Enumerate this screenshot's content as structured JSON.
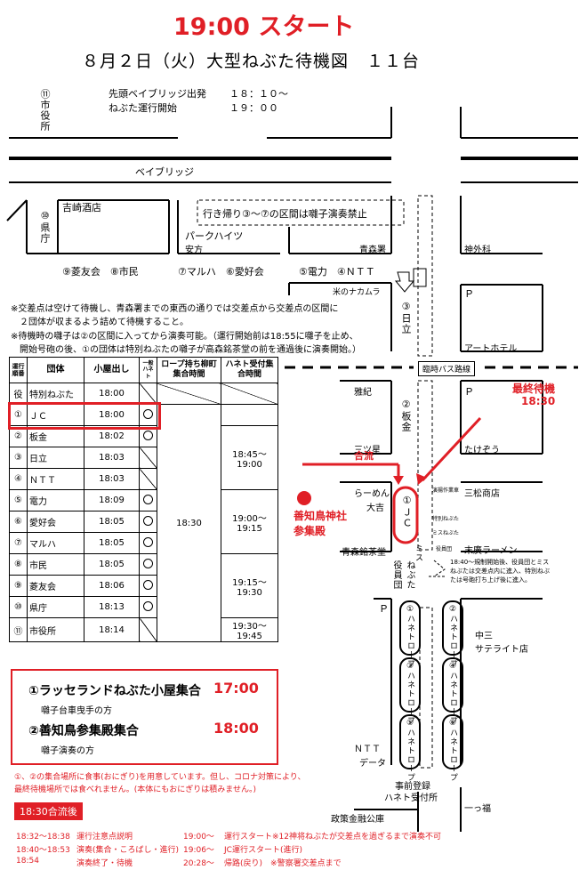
{
  "header": {
    "title": "19:00 スタート",
    "subtitle": "８月２日（火）大型ねぶた待機図　１１台"
  },
  "notes": {
    "departure_label": "先頭ベイブリッジ出発",
    "departure_time": "１８：１０～",
    "operation_label": "ねぶた運行開始",
    "operation_time": "１９：００"
  },
  "map": {
    "city_hall": "⑪市役所",
    "bay_bridge": "ベイブリッジ",
    "pref_office": "⑩県庁",
    "yoshizaki": "吉崎酒店",
    "return_banner": "行き帰り③～⑦の区間は囃子演奏禁止",
    "park_heights": "パークハイツ",
    "yasukata": "安方",
    "aomori_police": "青森署",
    "jingeka": "神外科",
    "row_left": "⑨菱友会　⑧市民",
    "row_mid": "⑦マルハ　⑥愛好会",
    "row_right": "⑤電力　④ＮＴＴ",
    "yone": "米のナカムラ",
    "hitachi": "③日立",
    "p1": "Ｐ",
    "art_hotel": "アートホテル",
    "bus_lane": "臨時バス路線",
    "masaki": "雅紀",
    "itagane": "②板金",
    "p2": "Ｐ",
    "mitsuboshi": "三ツ星",
    "takezou": "たけぞう",
    "final_wait": "最終待機",
    "final_time": "18:30",
    "goryu": "合流",
    "shrine": "善知鳥神社参集殿",
    "ramen": "らーめん",
    "daikichi": "大吉",
    "jc": "①ＪＣ",
    "enso": "演揚作業車",
    "sanmatsu": "三松商店",
    "tokubetsu": "特別ねぶた",
    "miss": "ミスねぶた",
    "yakuinchi": "役員団",
    "meicha": "青森銘茶堂",
    "suehiro": "末廣ラーメン",
    "mis_v": "ミス",
    "yakuin_v": "役員団",
    "nebuta_v": "ねぶた",
    "note_1840": "18:40～規制開始後、役員団とミスねぶたは交差点内に進入、特別ねぶたは号砲打ち上げ後に進入。",
    "p3": "Ｐ",
    "rope1": "①ハネトロープ",
    "rope2": "②ハネトロープ",
    "rope3": "③ハネトロープ",
    "rope4": "④ハネトロープ",
    "rope5": "⑤ハネトロープ",
    "rope6": "⑥ハネトロープ",
    "chusan": "中三",
    "chusan2": "サテライト店",
    "ntt_data1": "ＮＴＴ",
    "ntt_data2": "データ",
    "pre_reg1": "事前登録",
    "pre_reg2": "ハネト受付所",
    "hitotsufuku": "一っ福",
    "seiji": "政策金融公庫"
  },
  "info": [
    "※交差点は空けて待機し、青森署までの東西の通りでは交差点から交差点の区間に",
    "　２団体が収まるよう詰めて待機すること。",
    "※待機時の囃子は②の区間に入ってから演奏可能。（運行開始前は18:55に囃子を止め、",
    "　開始号砲の後、①の団体は特別ねぶたの囃子が高森銘茶堂の前を通過後に演奏開始。）"
  ],
  "table": {
    "headers": [
      "運行順番",
      "団体",
      "小屋出し",
      "一般ハネト",
      "ロープ持ち柳町集合時間",
      "ハネト受付集合時間"
    ],
    "rows": [
      {
        "no": "役",
        "team": "特別ねぶた",
        "time": "18:00",
        "ring": ""
      },
      {
        "no": "①",
        "team": "ＪＣ",
        "time": "18:00",
        "ring": "○"
      },
      {
        "no": "②",
        "team": "板金",
        "time": "18:02",
        "ring": "○"
      },
      {
        "no": "③",
        "team": "日立",
        "time": "18:03",
        "ring": ""
      },
      {
        "no": "④",
        "team": "ＮＴＴ",
        "time": "18:03",
        "ring": ""
      },
      {
        "no": "⑤",
        "team": "電力",
        "time": "18:09",
        "ring": "○"
      },
      {
        "no": "⑥",
        "team": "愛好会",
        "team2": "",
        "time": "18:05",
        "ring": "○"
      },
      {
        "no": "⑦",
        "team": "マルハ",
        "time": "18:05",
        "ring": "○"
      },
      {
        "no": "⑧",
        "team": "市民",
        "time": "18:05",
        "ring": "○"
      },
      {
        "no": "⑨",
        "team": "菱友会",
        "time": "18:06",
        "ring": "○"
      },
      {
        "no": "⑩",
        "team": "県庁",
        "time": "18:13",
        "ring": "○"
      },
      {
        "no": "⑪",
        "team": "市役所",
        "time": "18:14",
        "ring": ""
      }
    ],
    "rope_time": "18:30",
    "haneto_1": "18:45～19:00",
    "haneto_2": "19:00～19:15",
    "haneto_3": "19:15～19:30",
    "haneto_4": "19:30～19:45"
  },
  "gather": {
    "item1": "①ラッセランドねぶた小屋集合",
    "time1": "17:00",
    "sub1": "囃子台車曳手の方",
    "item2": "②善知鳥参集殿集合",
    "time2": "18:00",
    "sub2": "囃子演奏の方"
  },
  "food_note_1": "①、②の集合場所に食事(おにぎり)を用意しています。但し、コロナ対策により、",
  "food_note_2": "最終待機場所では食べれません。(本体にもおにぎりは積みません。)",
  "post_merge": {
    "title": "18:30合流後",
    "left": [
      {
        "time": "18:32～18:38",
        "text": "運行注意点説明"
      },
      {
        "time": "18:40～18:53",
        "text": "演奏(集合・ころばし・進行)"
      },
      {
        "time": "18:54",
        "text": "演奏終了・待機"
      }
    ],
    "right": [
      {
        "time": "19:00～",
        "text": "運行スタート※12神将ねぶたが交差点を過ぎるまで演奏不可"
      },
      {
        "time": "19:06～",
        "text": "JC運行スタート(進行)"
      },
      {
        "time": "20:28～",
        "text": "帰路(戻り)　※警察署交差点まで"
      }
    ]
  },
  "colors": {
    "accent": "#e01f26"
  }
}
